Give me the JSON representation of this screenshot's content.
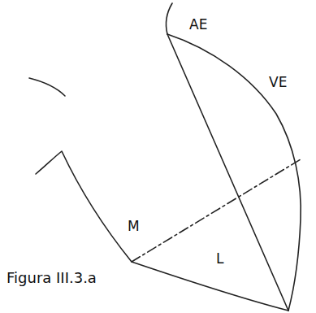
{
  "diagram": {
    "caption": "Figura III.3.a",
    "labels": [
      "AE",
      "VE",
      "M",
      "L"
    ]
  }
}
